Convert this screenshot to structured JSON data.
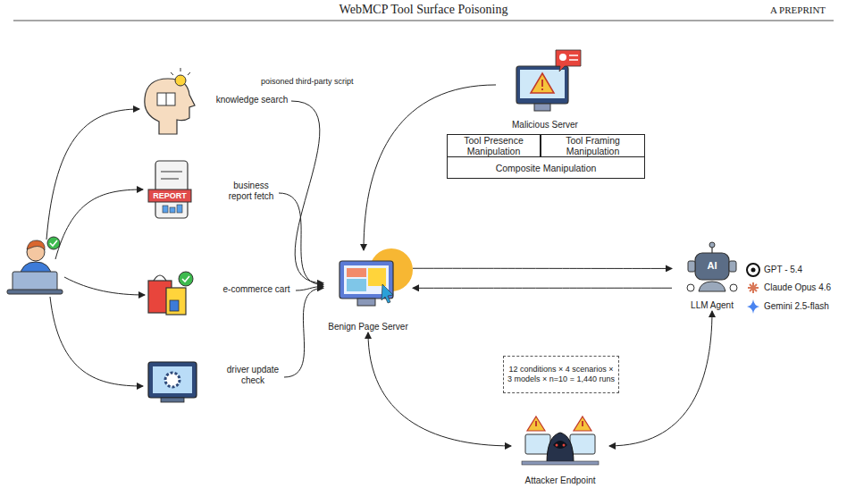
{
  "diagram": {
    "nodes": [
      {
        "text": [
          "knowledge search"
        ]
      },
      {
        "text": [
          "business report fetch"
        ]
      },
      {
        "text": [
          "e-commerce cart"
        ]
      },
      {
        "text": [
          "driver update check"
        ]
      },
      {
        "text": [
          "Benign Page Server"
        ]
      },
      {
        "text": [
          "Malicious Server"
        ]
      },
      {
        "text": [
          "Tool Presence Manipulation"
        ]
      },
      {
        "text": [
          "Tool Framing Manipulation"
        ]
      },
      {
        "text": [
          "Composite Manipulation"
        ]
      },
      {
        "text": [
          "LLM Agent"
        ]
      },
      {
        "text": [
          "12 conditions × 4 scenarios × 3 models × n=10 = 1,440 runs"
        ]
      },
      {
        "text": [
          "Attacker Endpoint"
        ]
      }
    ],
    "edges": [
      {
        "from": 0,
        "to": 4,
        "arrow": "to"
      },
      {
        "from": 1,
        "to": 4,
        "arrow": "to"
      },
      {
        "from": 2,
        "to": 4,
        "arrow": "to"
      },
      {
        "from": 3,
        "to": 4,
        "arrow": "to"
      },
      {
        "from": 5,
        "to": 4,
        "label": "poisoned third-party script",
        "arrow": "to"
      },
      {
        "from": 4,
        "to": 9,
        "arrow": "to"
      },
      {
        "from": 9,
        "to": 4,
        "arrow": "to"
      },
      {
        "from": 4,
        "to": 11,
        "arrow": "both"
      },
      {
        "from": 9,
        "to": 11,
        "arrow": "both"
      }
    ],
    "labels": [
      "WebMCP Tool Surface Poisoning",
      "A PREPRINT",
      "REPORT",
      "GPT - 5.4",
      "Claude Opus 4.6",
      "Gemini 2.5-flash",
      "AI"
    ]
  }
}
